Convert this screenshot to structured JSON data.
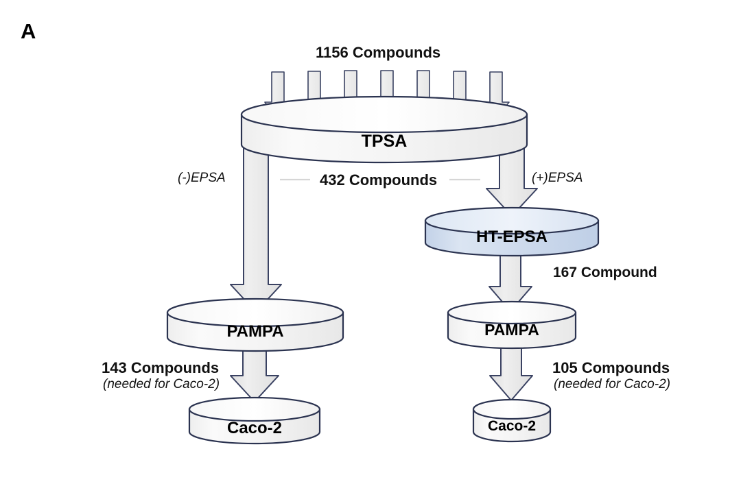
{
  "figure": {
    "panel_label": "A",
    "type": "flow-diagram",
    "title_text": "1156 Compounds"
  },
  "colors": {
    "cylinder_fill": "#f1f1f1",
    "cylinder_top_fill": "#fbfbfb",
    "cylinder_stroke": "#2b3350",
    "htepsa_fill": "#cdd9ec",
    "htepsa_top_fill": "#e3ebf6",
    "arrow_fill": "#e6e6e6",
    "arrow_stroke": "#2b3350",
    "dash_color": "#d4d4d4",
    "text_color": "#111111"
  },
  "nodes": {
    "tpsa": {
      "label": "TPSA"
    },
    "htepsa": {
      "label": "HT-EPSA"
    },
    "pampa_left": {
      "label": "PAMPA"
    },
    "pampa_right": {
      "label": "PAMPA"
    },
    "caco2_left": {
      "label": "Caco-2"
    },
    "caco2_right": {
      "label": "Caco-2"
    }
  },
  "labels": {
    "input_compounds": "1156 Compounds",
    "branch_left": "(-)EPSA",
    "branch_right": "(+)EPSA",
    "mid_compounds": "432 Compounds",
    "htepsa_output": "167 Compound",
    "left_output_count": "143 Compounds",
    "left_output_note": "(needed for Caco-2)",
    "right_output_count": "105 Compounds",
    "right_output_note": "(needed for Caco-2)"
  },
  "flow": {
    "input_arrow_count": 7,
    "steps": [
      {
        "from": "input",
        "to": "tpsa",
        "value": "1156 Compounds"
      },
      {
        "from": "tpsa",
        "to": "pampa_left",
        "value": "432 Compounds",
        "branch": "(-)EPSA"
      },
      {
        "from": "tpsa",
        "to": "htepsa",
        "value": "432 Compounds",
        "branch": "(+)EPSA"
      },
      {
        "from": "htepsa",
        "to": "pampa_right",
        "value": "167 Compound"
      },
      {
        "from": "pampa_left",
        "to": "caco2_left",
        "value": "143 Compounds"
      },
      {
        "from": "pampa_right",
        "to": "caco2_right",
        "value": "105 Compounds"
      }
    ]
  }
}
